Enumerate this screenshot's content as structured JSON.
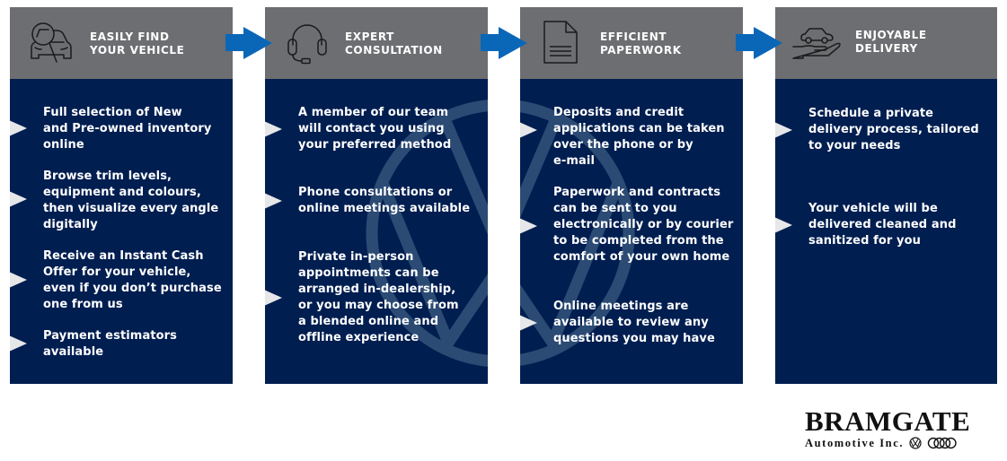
{
  "colors": {
    "header_bg": "#6d6e71",
    "body_bg": "#001e50",
    "arrow": "#0a67b8",
    "bullet": "#e6e7e8",
    "watermark": "#2c4b74"
  },
  "steps": [
    {
      "icon": "car-search-icon",
      "title": "EASILY FIND\nYOUR VEHICLE",
      "bullets": [
        "Full selection of New\nand Pre-owned inventory\nonline",
        "Browse trim levels,\nequipment and colours,\nthen visualize every angle\ndigitally",
        "Receive an Instant Cash\nOffer for your vehicle,\neven if you don’t purchase\none from us",
        "Payment estimators\navailable"
      ]
    },
    {
      "icon": "headset-icon",
      "title": "EXPERT\nCONSULTATION",
      "bullets": [
        "A member of our team\nwill contact you using\nyour preferred method",
        "Phone consultations or\nonline meetings available",
        "Private in-person\nappointments can be\narranged in-dealership,\nor you may choose from\na blended online and\noffline experience"
      ]
    },
    {
      "icon": "document-icon",
      "title": "EFFICIENT\nPAPERWORK",
      "bullets": [
        "Deposits and credit\napplications can be taken\nover the phone or by\ne-mail",
        "Paperwork and contracts\ncan be sent to you\nelectronically or by courier\nto be completed from the\ncomfort of your own home",
        "Online meetings are\navailable to review any\nquestions you may have"
      ]
    },
    {
      "icon": "hand-car-icon",
      "title": "ENJOYABLE\nDELIVERY",
      "bullets": [
        "Schedule a private\ndelivery process, tailored\nto your needs",
        "Your vehicle will be\ndelivered cleaned and\nsanitized for you"
      ]
    }
  ],
  "logo": {
    "brand": "BRAMGATE",
    "subtitle": "Automotive Inc.",
    "badges": [
      "vw-logo-icon",
      "audi-rings-icon"
    ]
  }
}
